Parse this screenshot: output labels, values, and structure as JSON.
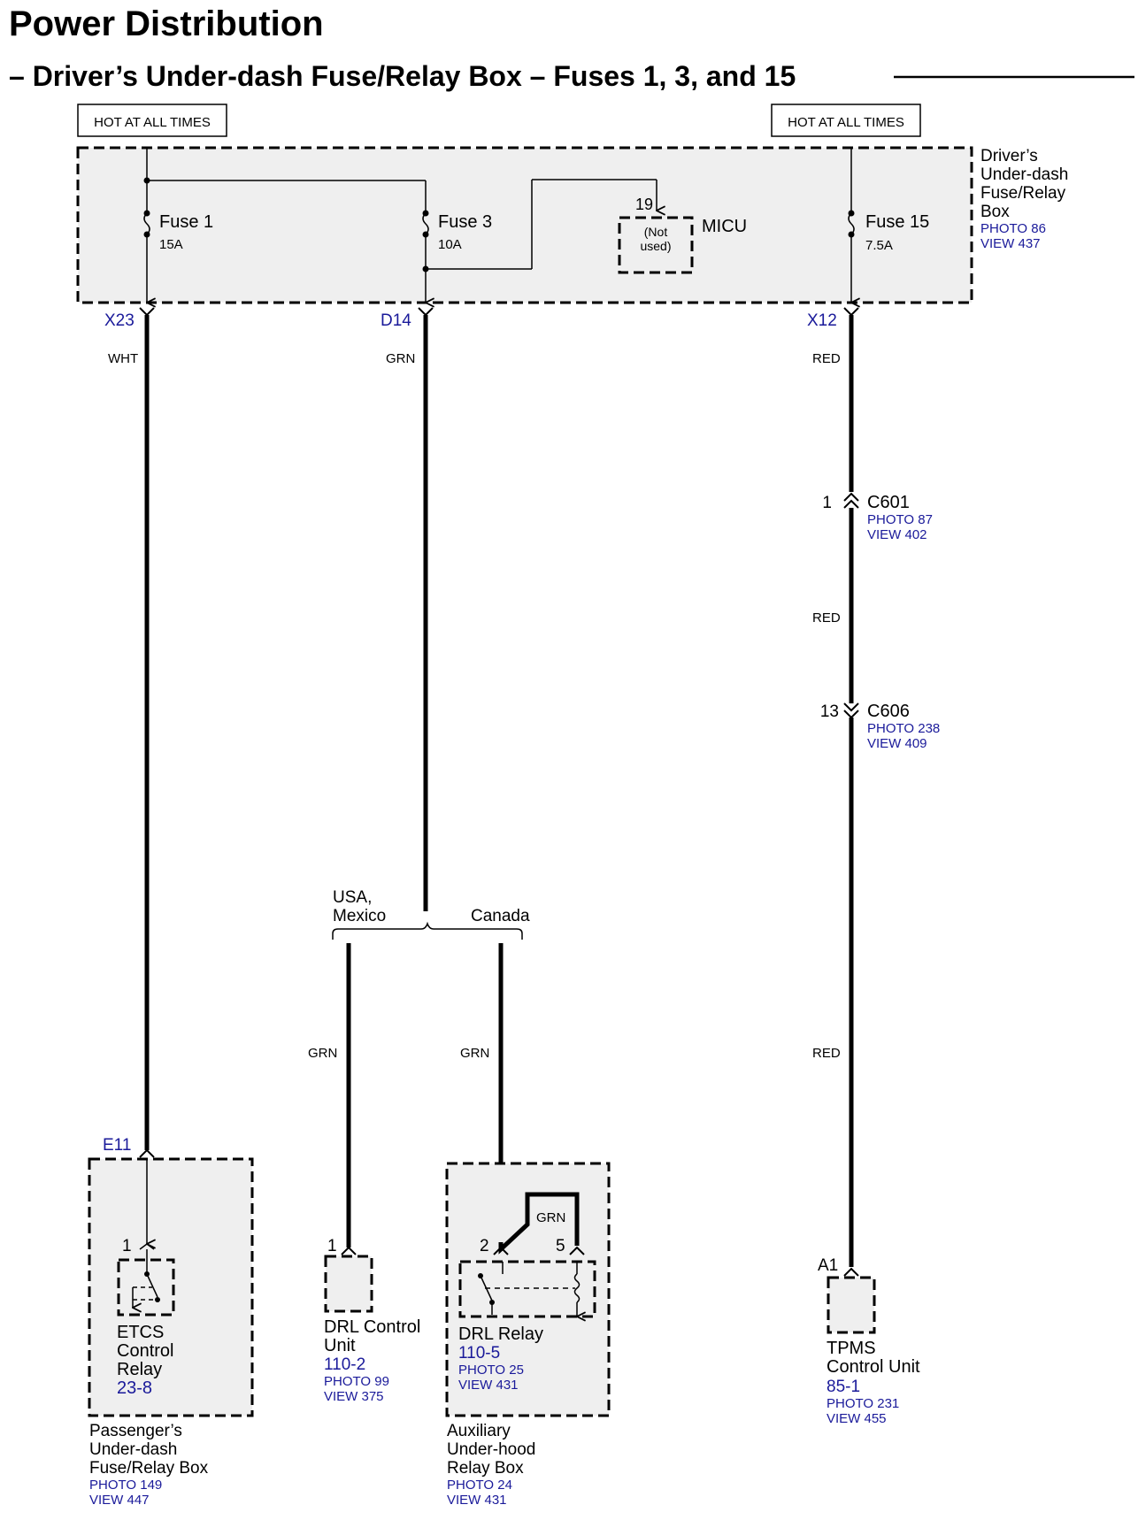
{
  "header": {
    "title": "Power Distribution",
    "subtitle": "– Driver’s Under-dash Fuse/Relay Box – Fuses 1, 3, and 15"
  },
  "hot_labels": [
    "HOT AT ALL TIMES",
    "HOT AT ALL TIMES"
  ],
  "driver_box": {
    "name_lines": [
      "Driver’s",
      "Under-dash",
      "Fuse/Relay",
      "Box"
    ],
    "photo": "PHOTO 86",
    "view": "VIEW 437"
  },
  "fuses": [
    {
      "name": "Fuse 1",
      "rating": "15A"
    },
    {
      "name": "Fuse 3",
      "rating": "10A"
    },
    {
      "name": "Fuse 15",
      "rating": "7.5A"
    }
  ],
  "micu": {
    "pin": "19",
    "label": "MICU",
    "note_lines": [
      "(Not",
      "used)"
    ]
  },
  "terminals": {
    "x23": "X23",
    "d14": "D14",
    "x12": "X12",
    "e11": "E11"
  },
  "wire_colors": {
    "wht": "WHT",
    "grn_top": "GRN",
    "red_1": "RED",
    "red_2": "RED",
    "red_3": "RED",
    "grn_left": "GRN",
    "grn_right": "GRN",
    "grn_relay": "GRN"
  },
  "connectors": {
    "c601": {
      "pin": "1",
      "name": "C601",
      "photo": "PHOTO 87",
      "view": "VIEW 402"
    },
    "c606": {
      "pin": "13",
      "name": "C606",
      "photo": "PHOTO 238",
      "view": "VIEW 409"
    }
  },
  "branches": {
    "usa_lines": [
      "USA,",
      "Mexico"
    ],
    "canada": "Canada"
  },
  "passenger_box": {
    "pin": "1",
    "relay_lines": [
      "ETCS",
      "Control",
      "Relay"
    ],
    "relay_ref": "23-8",
    "name_lines": [
      "Passenger’s",
      "Under-dash",
      "Fuse/Relay Box"
    ],
    "photo": "PHOTO 149",
    "view": "VIEW 447"
  },
  "drl_control": {
    "pin": "1",
    "name_lines": [
      "DRL Control",
      "Unit"
    ],
    "ref": "110-2",
    "photo": "PHOTO 99",
    "view": "VIEW 375"
  },
  "aux_box": {
    "pin_a": "2",
    "pin_b": "5",
    "relay_name": "DRL Relay",
    "relay_ref": "110-5",
    "relay_photo": "PHOTO 25",
    "relay_view": "VIEW 431",
    "name_lines": [
      "Auxiliary",
      "Under-hood",
      "Relay Box"
    ],
    "photo": "PHOTO 24",
    "view": "VIEW 431"
  },
  "tpms": {
    "pin": "A1",
    "name_lines": [
      "TPMS",
      "Control Unit"
    ],
    "ref": "85-1",
    "photo": "PHOTO 231",
    "view": "VIEW 455"
  }
}
